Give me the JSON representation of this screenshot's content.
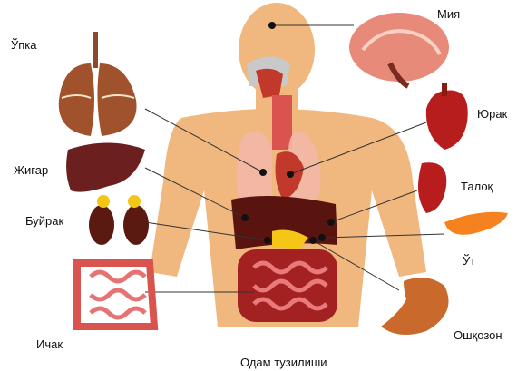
{
  "labels": {
    "lungs": "Ўпка",
    "liver": "Жигар",
    "kidneys": "Буйрак",
    "intestines": "Ичак",
    "brain": "Мия",
    "heart": "Юрак",
    "spleen": "Талоқ",
    "gallbladder": "Ўт",
    "stomach": "Ошқозон"
  },
  "caption": "Одам тузилиши",
  "colors": {
    "body": "#f0b77e",
    "organ_dark": "#8b1a12",
    "lung": "#a0522d",
    "liver": "#6b1f1f",
    "intestine": "#d9534f",
    "gall": "#f5821f",
    "stomach": "#c96a2c"
  }
}
